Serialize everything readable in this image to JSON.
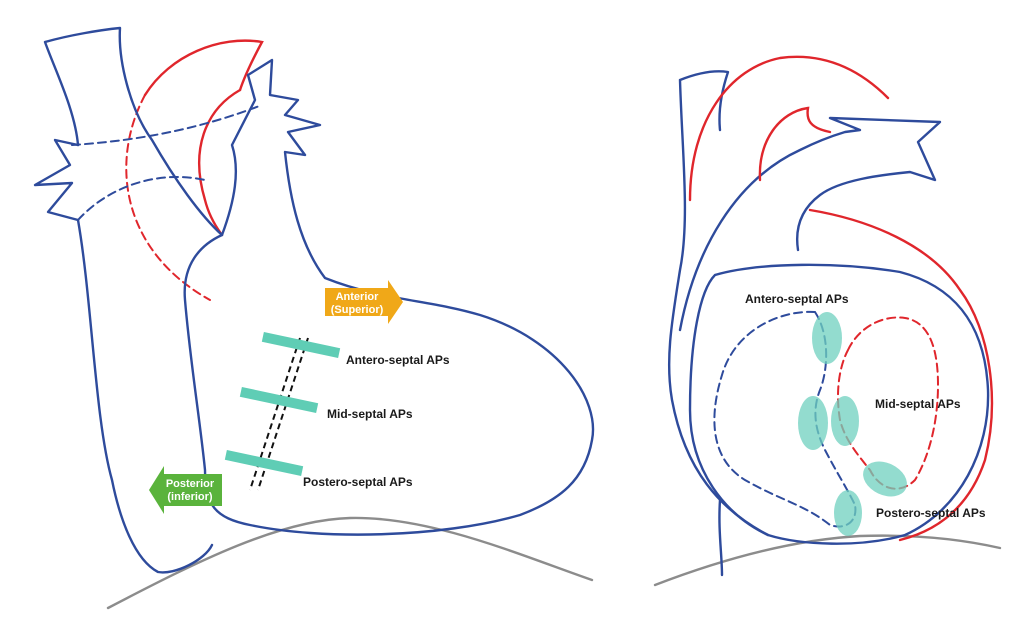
{
  "left_panel": {
    "arrow_anterior": {
      "line1": "Anterior",
      "line2": "(Superior)",
      "color": "#f0a818"
    },
    "arrow_posterior": {
      "line1": "Posterior",
      "line2": "(inferior)",
      "color": "#5ab33c"
    },
    "labels": {
      "antero_septal": "Antero-septal APs",
      "mid_septal": "Mid-septal APs",
      "postero_septal": "Postero-septal APs"
    }
  },
  "right_panel": {
    "labels": {
      "antero_septal": "Antero-septal APs",
      "mid_septal": "Mid-septal APs",
      "postero_septal": "Postero-septal APs"
    }
  },
  "colors": {
    "outline_blue": "#2e4b9c",
    "artery_red": "#e0262c",
    "pathway_teal": "#5fcdb5",
    "ground_gray": "#8c8c8c"
  }
}
